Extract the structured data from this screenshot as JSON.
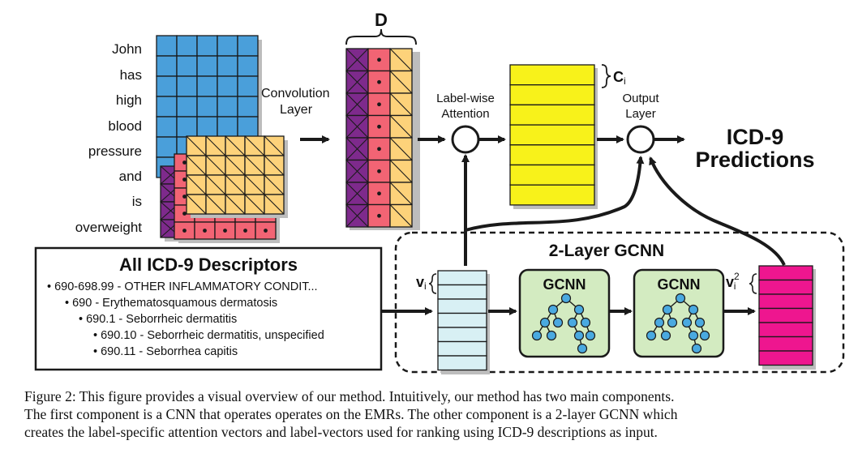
{
  "input_words": [
    "John",
    "has",
    "high",
    "blood",
    "pressure",
    "and",
    "is",
    "overweight"
  ],
  "labels": {
    "conv_line1": "Convolution",
    "conv_line2": "Layer",
    "d": "D",
    "attn_line1": "Label-wise",
    "attn_line2": "Attention",
    "ci_main": "C",
    "ci_sub": "i",
    "out_line1": "Output",
    "out_line2": "Layer",
    "pred_line1": "ICD-9",
    "pred_line2": "Predictions",
    "gcnn_title": "2-Layer GCNN",
    "gcnn_block1": "GCNN",
    "gcnn_block2": "GCNN",
    "vi_main": "v",
    "vi_sub": "i",
    "vi2_main": "v",
    "vi2_sub": "i",
    "vi2_sup": "2"
  },
  "descriptors": {
    "title": "All ICD-9 Descriptors",
    "items": [
      "• 690-698.99 - OTHER INFLAMMATORY CONDIT...",
      "• 690 - Erythematosquamous dermatosis",
      "• 690.1 -  Seborrheic dermatitis",
      "• 690.10 - Seborrheic dermatitis, unspecified",
      "• 690.11 - Seborrhea capitis"
    ]
  },
  "caption": {
    "line1": "Figure 2: This figure provides a visual overview of our method. Intuitively, our method has two main components.",
    "line2": "The first component is a CNN that operates operates on the EMRs. The other component is a 2-layer GCNN which",
    "line3": "creates the label-specific attention vectors and label-vectors used for ranking using ICD-9 descriptions as input."
  },
  "colors": {
    "blue": "#4a9fda",
    "orange": "#fdd27a",
    "red": "#f26474",
    "purple": "#7e2a8c",
    "yellow": "#f8f21a",
    "light_blue": "#d8f0f4",
    "magenta": "#ee168f",
    "gcnn_green": "#d3ebc1",
    "tree_blue": "#4aa9e0"
  }
}
